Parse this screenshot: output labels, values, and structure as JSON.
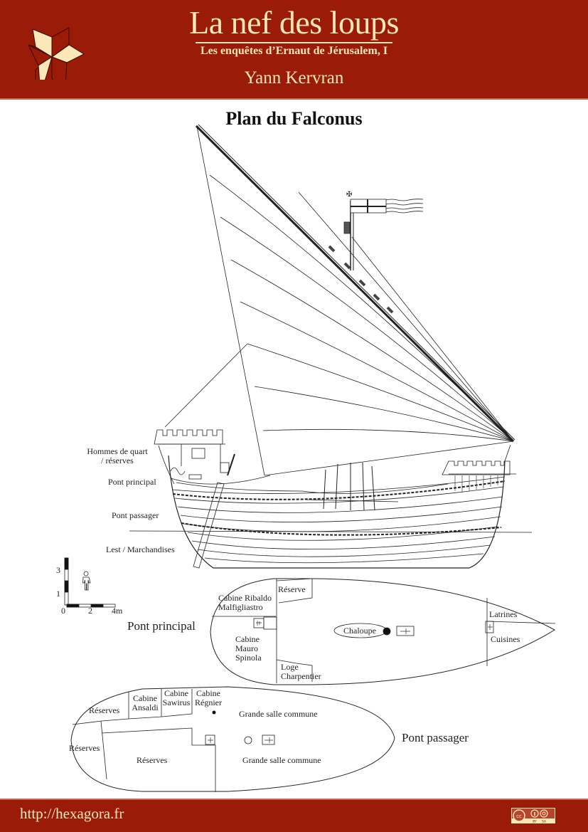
{
  "header": {
    "title": "La nef des loups",
    "subtitle": "Les enquêtes d’Ernaut de Jérusalem, I",
    "author": "Yann Kervran",
    "logo_icon": "hexagora-star-logo",
    "colors": {
      "band": "#9a1c08",
      "text": "#fbe7b8"
    }
  },
  "plan": {
    "title": "Plan du Falconus",
    "elevation_labels": {
      "crew": "Hommes de quart\n/ réserves",
      "crew_line1": "Hommes de quart",
      "crew_line2": "/ réserves",
      "main_deck": "Pont principal",
      "passenger_deck": "Pont passager",
      "hold": "Lest / Marchandises"
    },
    "scale": {
      "vertical_ticks": [
        "1",
        "3"
      ],
      "horizontal_ticks": [
        "0",
        "2",
        "4m"
      ],
      "figure_icon": "human-figure-icon"
    }
  },
  "main_deck_plan": {
    "label": "Pont principal",
    "rooms": {
      "reserve": "Réserve",
      "cabin_ribaldo_1": "Cabine Ribaldo",
      "cabin_ribaldo_2": "Malfigliastro",
      "cabin_mauro_1": "Cabine",
      "cabin_mauro_2": "Mauro",
      "cabin_mauro_3": "Spinola",
      "loge_1": "Loge",
      "loge_2": "Charpentier",
      "chaloupe": "Chaloupe",
      "latrines": "Latrines",
      "cuisines": "Cuisines"
    }
  },
  "passenger_deck_plan": {
    "label": "Pont passager",
    "rooms": {
      "reserves_top": "Réserves",
      "reserves_left": "Réserves",
      "reserves_main": "Réserves",
      "cabin_ansaldi_1": "Cabine",
      "cabin_ansaldi_2": "Ansaldi",
      "cabin_sawirus_1": "Cabine",
      "cabin_sawirus_2": "Sawirus",
      "cabin_regnier_1": "Cabine",
      "cabin_regnier_2": "Régnier",
      "hall_top": "Grande salle commune",
      "hall_bottom": "Grande salle commune"
    }
  },
  "footer": {
    "url": "http://hexagora.fr",
    "license_icon": "cc-by-sa-icon",
    "license_by": "BY",
    "license_sa": "SA",
    "license_cc": "cc"
  }
}
